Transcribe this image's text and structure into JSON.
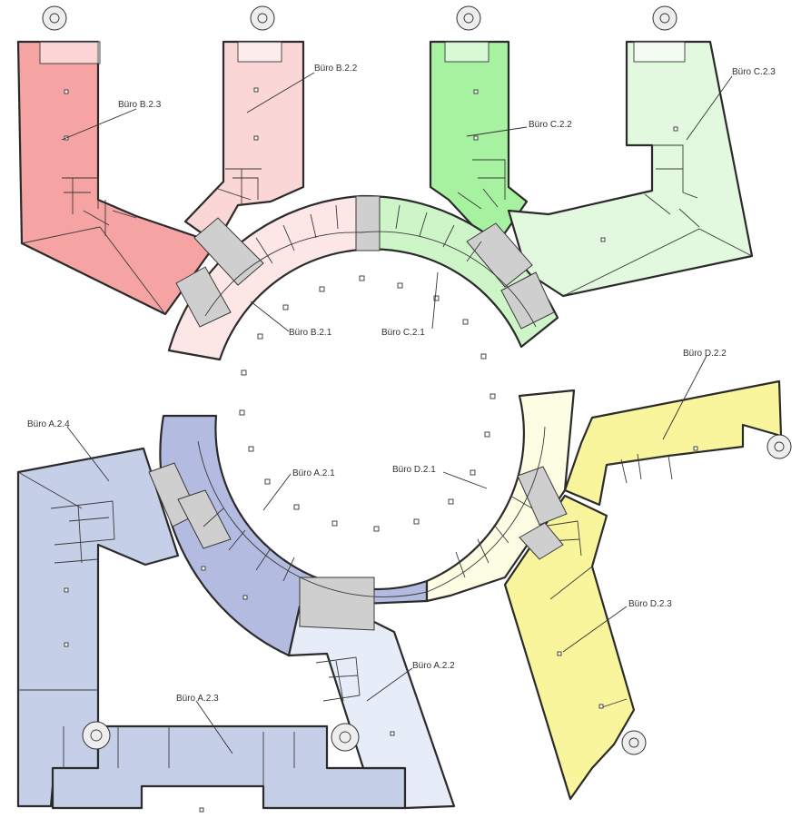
{
  "colors": {
    "wing_a": "#c6cfe8",
    "wing_a_ring": "#b3bbe0",
    "wing_a_light": "#e6ecf8",
    "wing_b": "#f6a3a3",
    "wing_b_light": "#fbd6d6",
    "wing_b_ring": "#fde6e6",
    "wing_c": "#a6f2a0",
    "wing_c_light": "#e2f8df",
    "wing_c_ring": "#cdf5c8",
    "wing_d": "#f8f59c",
    "wing_d_light": "#fdfde3",
    "core": "#cfcfcf"
  },
  "labels": {
    "b23": "Büro B.2.3",
    "b22": "Büro B.2.2",
    "b21": "Büro B.2.1",
    "c22": "Büro C.2.2",
    "c23": "Büro C.2.3",
    "c21": "Büro C.2.1",
    "d22": "Büro D.2.2",
    "d21": "Büro D.2.1",
    "d23": "Büro D.2.3",
    "a24": "Büro A.2.4",
    "a21": "Büro A.2.1",
    "a22": "Büro A.2.2",
    "a23": "Büro A.2.3"
  }
}
